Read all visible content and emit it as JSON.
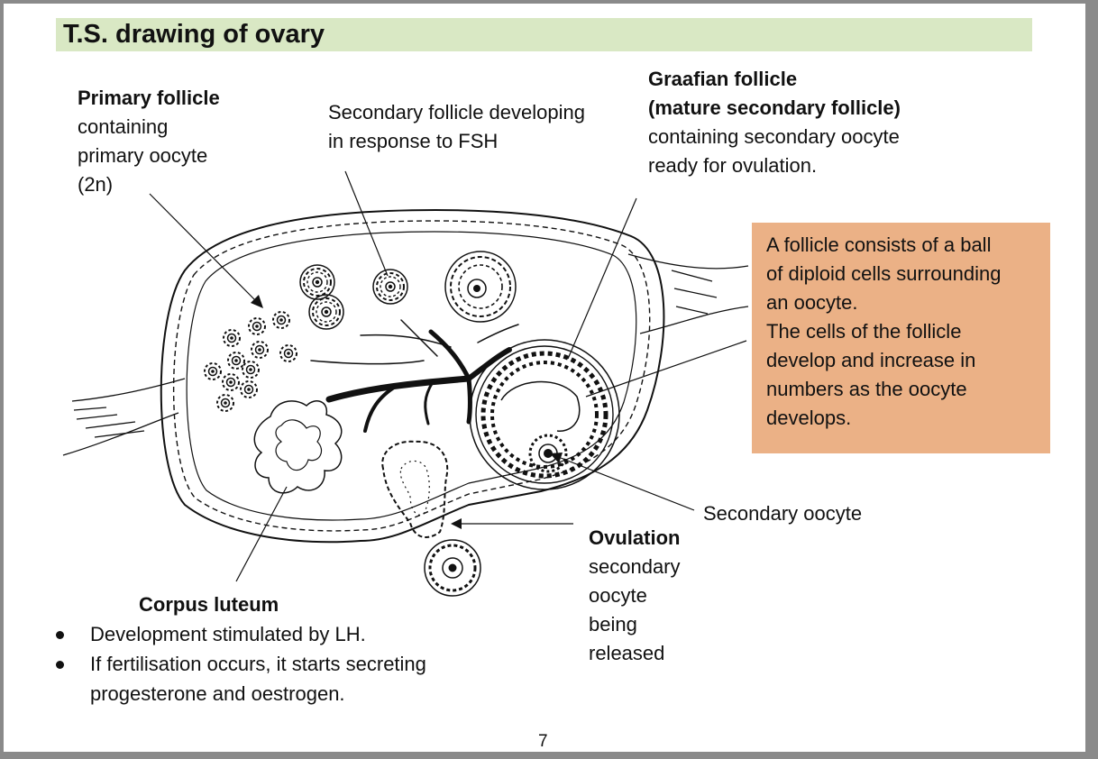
{
  "title": "T.S. drawing of ovary",
  "labels": {
    "primary_follicle": {
      "heading": "Primary follicle",
      "lines": [
        "containing",
        "primary oocyte",
        "(2n)"
      ]
    },
    "secondary_follicle": {
      "lines": [
        "Secondary follicle developing",
        "in response to FSH"
      ]
    },
    "graafian_follicle": {
      "heading_1": "Graafian follicle",
      "heading_2": "(mature secondary follicle)",
      "lines": [
        "containing secondary oocyte",
        "ready for ovulation."
      ]
    },
    "info_box": {
      "lines": [
        "A follicle consists of a ball",
        "of diploid cells surrounding",
        "an oocyte.",
        "The cells of the follicle",
        "develop and increase in",
        "numbers as the oocyte",
        "develops."
      ],
      "color": "#ebb186"
    },
    "secondary_oocyte": "Secondary oocyte",
    "ovulation": {
      "heading": "Ovulation",
      "lines": [
        "secondary",
        "oocyte",
        "being",
        "released"
      ]
    },
    "corpus_luteum": {
      "heading": "Corpus luteum",
      "bullets": [
        "Development stimulated by LH.",
        "If fertilisation occurs, it starts secreting progesterone and oestrogen."
      ]
    }
  },
  "page_number": "7",
  "colors": {
    "title_bar": "#d9e8c4",
    "info_box": "#ebb186",
    "outline": "#111111"
  }
}
